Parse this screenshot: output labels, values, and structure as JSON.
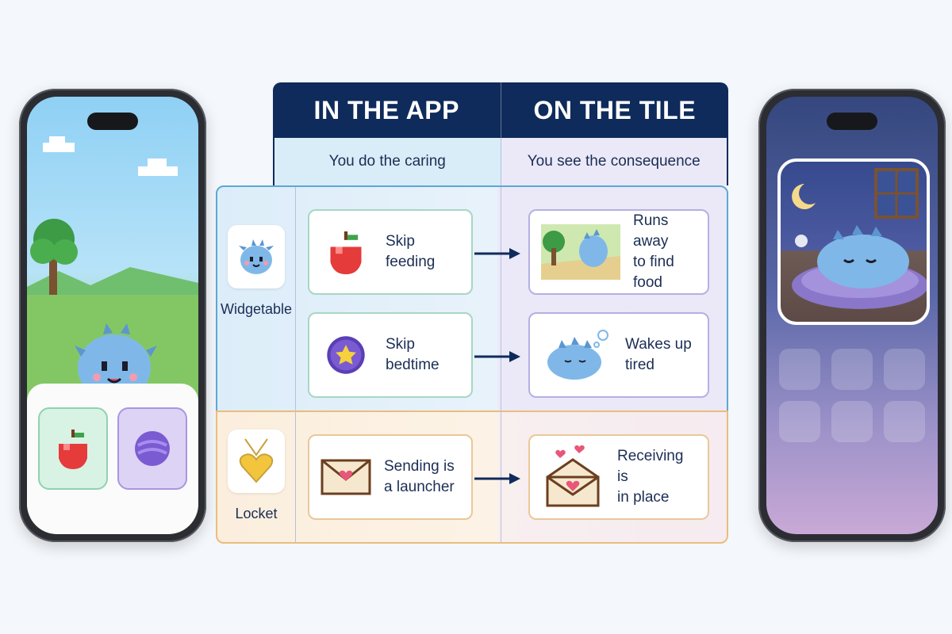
{
  "header": {
    "app_title": "IN THE APP",
    "tile_title": "ON THE TILE",
    "app_subtitle": "You do the caring",
    "tile_subtitle": "You see the consequence"
  },
  "rows": [
    {
      "label": "Widgetable",
      "accent": "#5da8d4",
      "pairs": [
        {
          "action": "Skip feeding",
          "action_icon": "apple-icon",
          "consequence_line1": "Runs away",
          "consequence_line2": "to find food",
          "consequence_icon": "monster-running-icon"
        },
        {
          "action": "Skip bedtime",
          "action_icon": "moon-star-orb-icon",
          "consequence_line1": "Wakes up",
          "consequence_line2": "tired",
          "consequence_icon": "monster-tired-icon"
        }
      ]
    },
    {
      "label": "Locket",
      "accent": "#e9bd7e",
      "pairs": [
        {
          "action_line1": "Sending is",
          "action_line2": "a launcher",
          "action_icon": "envelope-heart-icon",
          "consequence_line1": "Receiving is",
          "consequence_line2": "in place",
          "consequence_icon": "open-envelope-hearts-icon"
        }
      ]
    }
  ],
  "colors": {
    "navy": "#0f2b5b",
    "app_bg": "#d9edf8",
    "tile_bg": "#ebe9f8",
    "locket_bg": "#fbeedd"
  }
}
